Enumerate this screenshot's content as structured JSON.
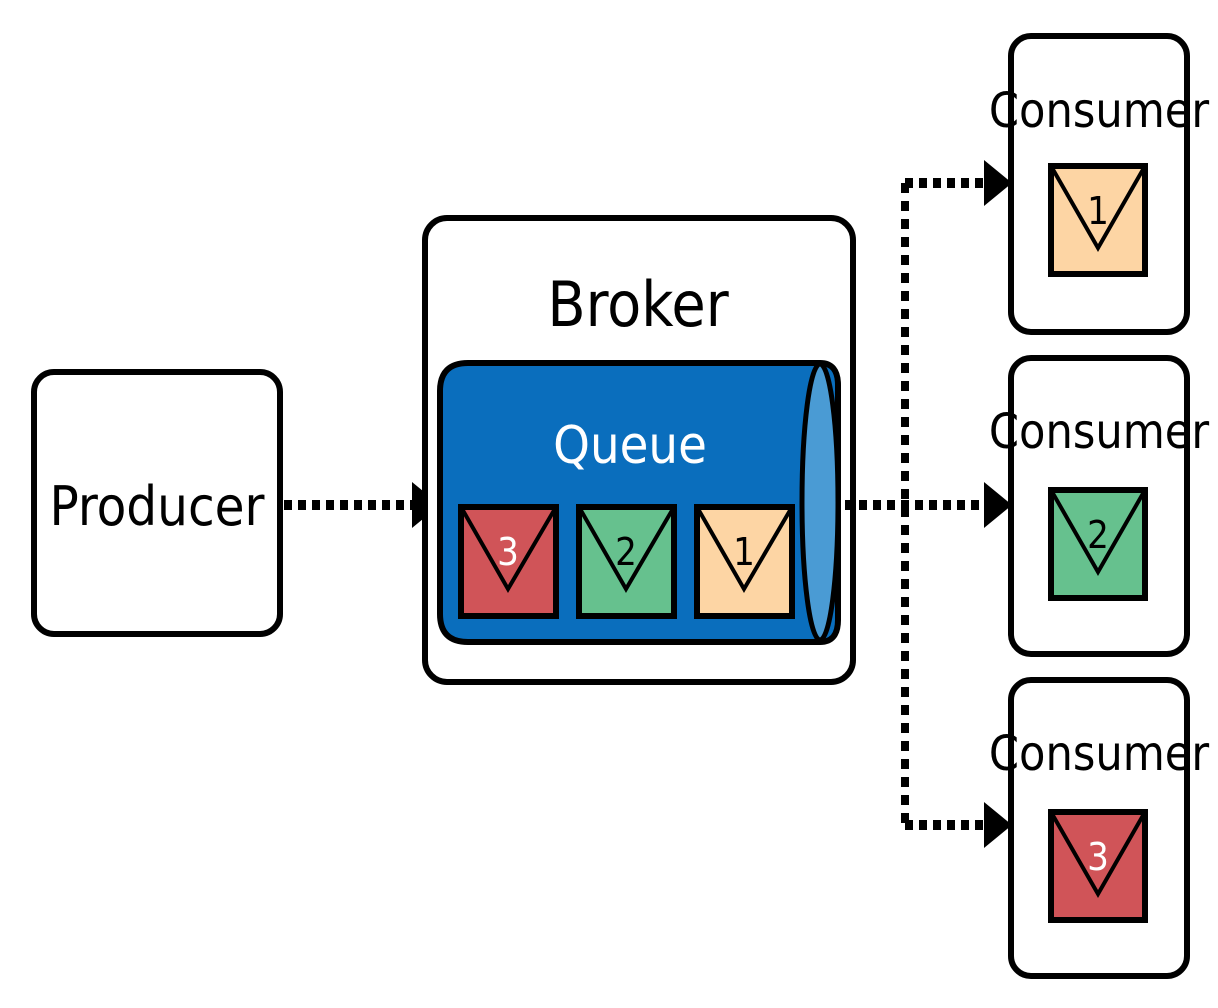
{
  "producer": {
    "label": "Producer"
  },
  "broker": {
    "label": "Broker"
  },
  "queue": {
    "label": "Queue",
    "messages": [
      {
        "number": "3",
        "color": "#d05458"
      },
      {
        "number": "2",
        "color": "#66c18e"
      },
      {
        "number": "1",
        "color": "#fdd5a4"
      }
    ]
  },
  "consumers": [
    {
      "label": "Consumer",
      "message": {
        "number": "1",
        "color": "#fdd5a4"
      }
    },
    {
      "label": "Consumer",
      "message": {
        "number": "2",
        "color": "#66c18e"
      }
    },
    {
      "label": "Consumer",
      "message": {
        "number": "3",
        "color": "#d05458"
      }
    }
  ],
  "colors": {
    "queue_fill": "#0a6ebd",
    "queue_end_fill": "#4a9bd4",
    "stroke": "#000000"
  }
}
